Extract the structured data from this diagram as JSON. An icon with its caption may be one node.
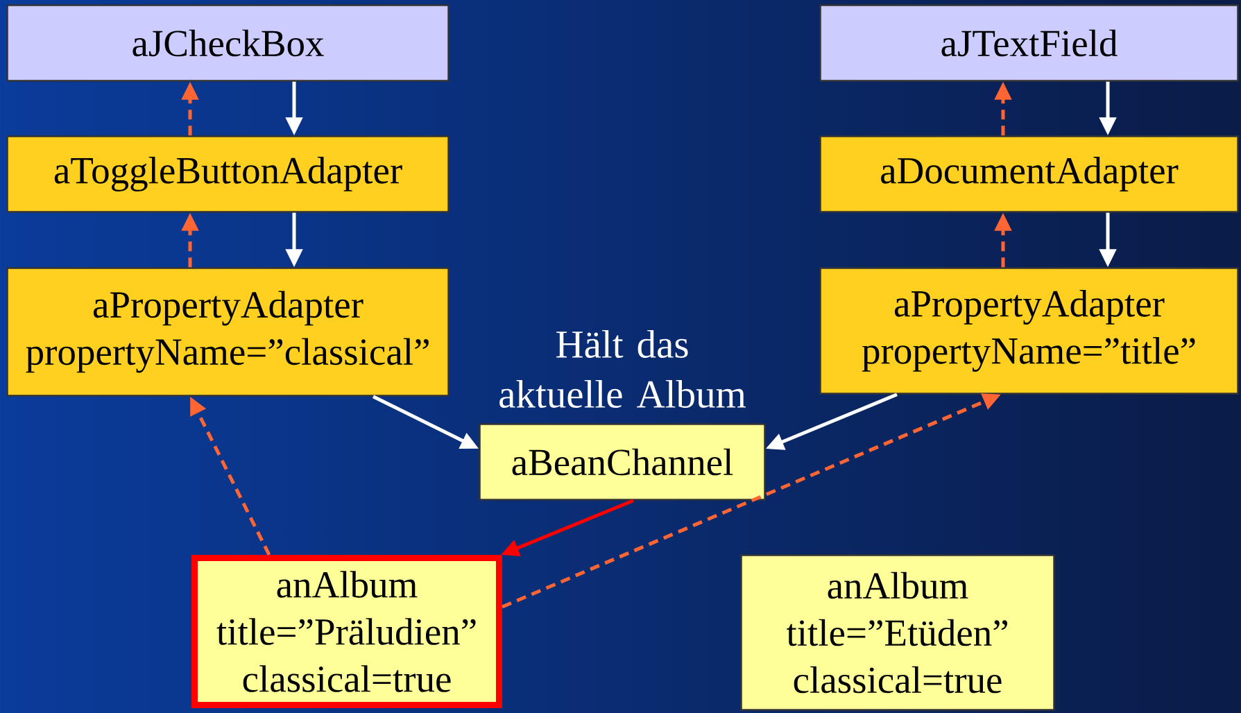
{
  "diagram": {
    "nodes": [
      {
        "text": [
          "aJCheckBox"
        ]
      },
      {
        "text": [
          "aJTextField"
        ]
      },
      {
        "text": [
          "aToggleButtonAdapter"
        ]
      },
      {
        "text": [
          "aDocumentAdapter"
        ]
      },
      {
        "text": [
          "aPropertyAdapter",
          "propertyName=”classical”"
        ]
      },
      {
        "text": [
          "aPropertyAdapter",
          "propertyName=”title”"
        ]
      },
      {
        "text": [
          "aBeanChannel"
        ],
        "beside": [
          "Hält das aktuelle Album"
        ]
      },
      {
        "text": [
          "anAlbum",
          "title=”Präludien”",
          "classical=true"
        ]
      },
      {
        "text": [
          "anAlbum",
          "title=”Etüden”",
          "classical=true"
        ]
      }
    ],
    "edges": [
      {
        "from": 0,
        "to": 2,
        "arrow": "to",
        "color": "#ffffff"
      },
      {
        "from": 2,
        "to": 0,
        "arrow": "to",
        "style": "dashed",
        "color": "#ff6633"
      },
      {
        "from": 1,
        "to": 3,
        "arrow": "to",
        "color": "#ffffff"
      },
      {
        "from": 3,
        "to": 1,
        "arrow": "to",
        "style": "dashed",
        "color": "#ff6633"
      },
      {
        "from": 2,
        "to": 4,
        "arrow": "to",
        "color": "#ffffff"
      },
      {
        "from": 4,
        "to": 2,
        "arrow": "to",
        "style": "dashed",
        "color": "#ff6633"
      },
      {
        "from": 3,
        "to": 5,
        "arrow": "to",
        "color": "#ffffff"
      },
      {
        "from": 5,
        "to": 3,
        "arrow": "to",
        "style": "dashed",
        "color": "#ff6633"
      },
      {
        "from": 4,
        "to": 6,
        "arrow": "to",
        "color": "#ffffff"
      },
      {
        "from": 5,
        "to": 6,
        "arrow": "to",
        "color": "#ffffff"
      },
      {
        "from": 6,
        "to": 7,
        "arrow": "to",
        "color": "#ff0000"
      },
      {
        "from": 7,
        "to": 4,
        "arrow": "to",
        "style": "dashed",
        "color": "#ff6633"
      },
      {
        "from": 7,
        "to": 5,
        "arrow": "to",
        "style": "dashed",
        "color": "#ff6633"
      }
    ]
  }
}
